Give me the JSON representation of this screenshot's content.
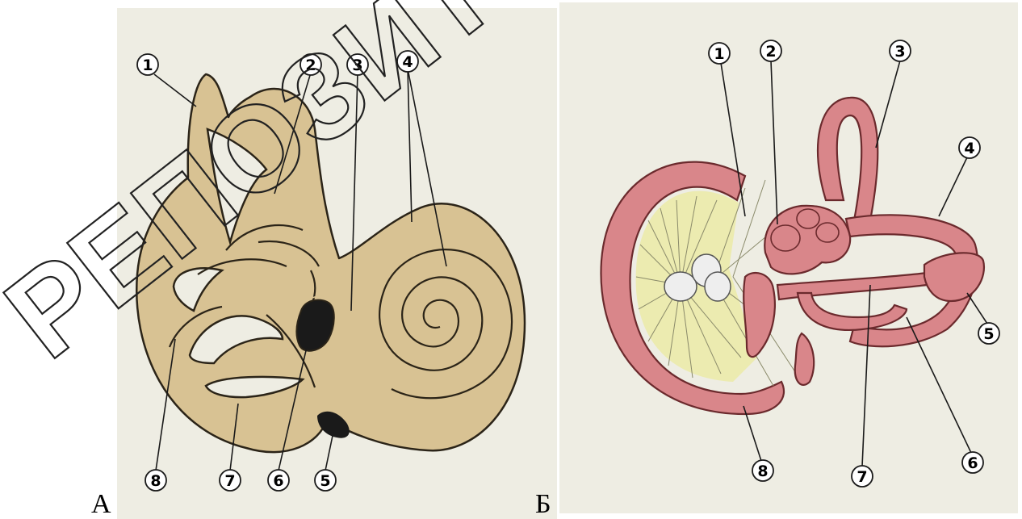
{
  "panel_a": {
    "letter": "А",
    "background": "#eeede3",
    "fill": "#d8c293",
    "callouts": [
      "1",
      "2",
      "3",
      "4",
      "5",
      "6",
      "7",
      "8"
    ]
  },
  "panel_b": {
    "letter": "Б",
    "background": "#eeede3",
    "fill": "#d9868a",
    "nerve_fill": "#ecebb0",
    "callouts": [
      "1",
      "2",
      "3",
      "4",
      "5",
      "6",
      "7",
      "8"
    ]
  },
  "watermark": {
    "text": "РЕПОЗИТ"
  }
}
